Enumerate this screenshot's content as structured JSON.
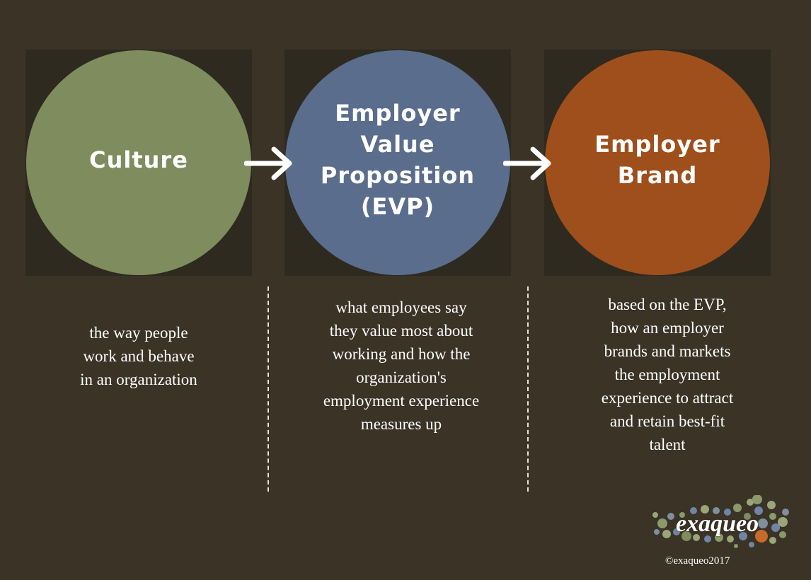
{
  "stages": [
    {
      "title": "Culture",
      "color": "#7e8c5e",
      "description": "the way people\nwork and  behave\nin an  organization"
    },
    {
      "title": "Employer\nValue\nProposition\n(EVP)",
      "color": "#5a6d8c",
      "description": "what employees  say\nthey value most  about\nworking and  how the\norganization's\nemployment  experience\nmeasures up"
    },
    {
      "title": "Employer\nBrand",
      "color": "#9f4f1c",
      "description": "based on the EVP,\nhow an employer\nbrands and  markets\nthe  employment\nexperience to  attract\nand retain  best-fit\ntalent"
    }
  ],
  "brand": {
    "logo_text": "exaqueo",
    "copyright": "©exaqueo2017"
  }
}
